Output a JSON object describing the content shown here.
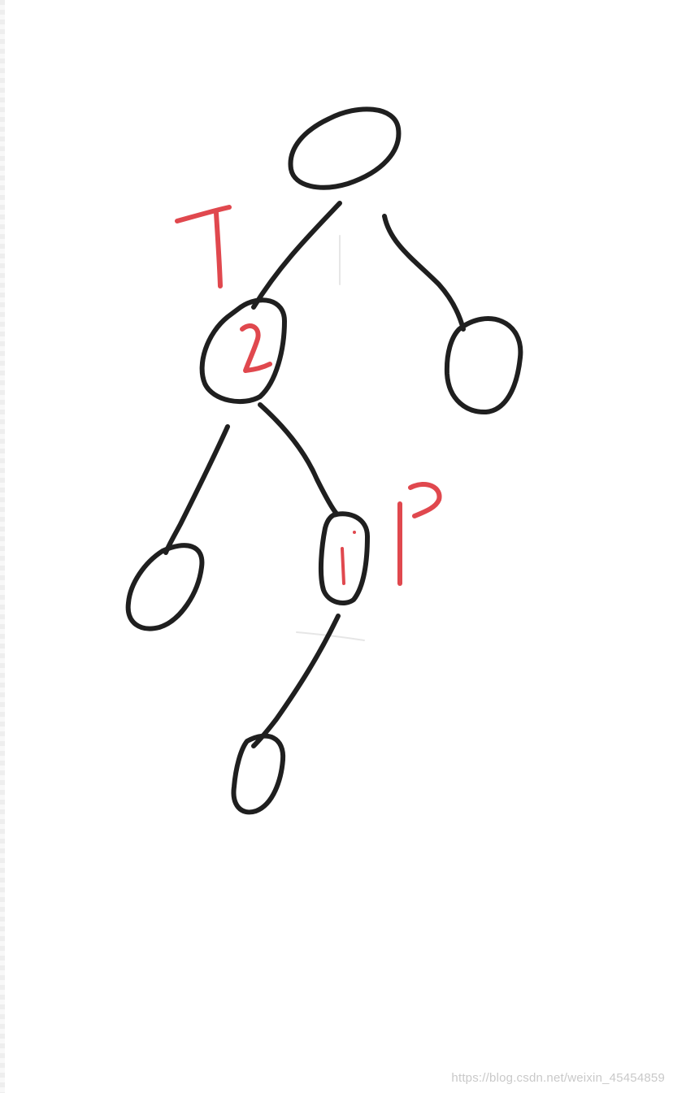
{
  "diagram": {
    "nodes": [
      {
        "id": "root",
        "label": ""
      },
      {
        "id": "left-child",
        "label": ""
      },
      {
        "id": "right-child",
        "label": ""
      },
      {
        "id": "left-left-grandchild",
        "label": ""
      },
      {
        "id": "left-right-grandchild",
        "label": ""
      },
      {
        "id": "great-grandchild",
        "label": ""
      }
    ],
    "edges": [
      {
        "from": "root",
        "to": "left-child"
      },
      {
        "from": "root",
        "to": "right-child"
      },
      {
        "from": "left-child",
        "to": "left-left-grandchild"
      },
      {
        "from": "left-child",
        "to": "left-right-grandchild"
      },
      {
        "from": "left-right-grandchild",
        "to": "great-grandchild"
      }
    ],
    "annotations": [
      {
        "id": "T",
        "text": "T",
        "attached_to": "left-child",
        "color": "#e0484e"
      },
      {
        "id": "P",
        "text": "P",
        "attached_to": "left-right-grandchild",
        "color": "#e0484e"
      },
      {
        "id": "node-number-2",
        "text": "2",
        "attached_to": "left-child",
        "color": "#e0484e"
      },
      {
        "id": "node-number-1",
        "text": "1",
        "attached_to": "left-right-grandchild",
        "color": "#e0484e"
      }
    ],
    "colors": {
      "ink": "#1f1f1f",
      "annotation": "#e0484e"
    }
  },
  "watermark": "https://blog.csdn.net/weixin_45454859"
}
